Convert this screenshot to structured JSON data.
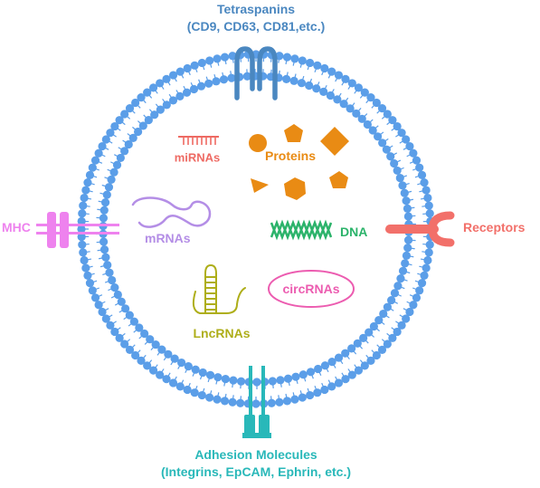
{
  "labels": {
    "tetraspanins_title": "Tetraspanins",
    "tetraspanins_examples": "(CD9, CD63, CD81,etc.)",
    "adhesion_title": "Adhesion Molecules",
    "adhesion_examples": "(Integrins, EpCAM, Ephrin, etc.)",
    "mhc": "MHC",
    "receptors": "Receptors",
    "mirnas": "miRNAs",
    "proteins": "Proteins",
    "mrnas": "mRNAs",
    "dna": "DNA",
    "circrnas": "circRNAs",
    "lncrnas": "LncRNAs"
  },
  "colors": {
    "membrane": "#5b9ee8",
    "tetraspanins": "#4a87c0",
    "adhesion": "#29b8b9",
    "mhc": "#ee82ee",
    "receptors": "#f2706a",
    "mirnas": "#ee6a63",
    "proteins": "#e98b14",
    "mrnas": "#b48ee6",
    "dna": "#2bb36a",
    "circrnas": "#ec5cb0",
    "lncrnas": "#aeae19"
  }
}
